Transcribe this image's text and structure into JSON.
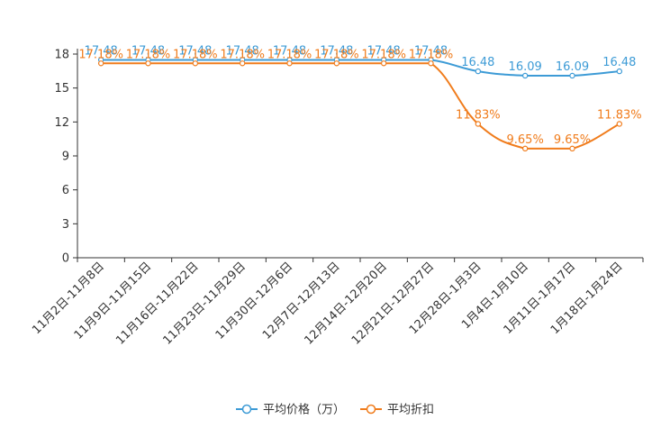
{
  "chart_data": {
    "type": "line",
    "categories": [
      "11月2日-11月8日",
      "11月9日-11月15日",
      "11月16日-11月22日",
      "11月23日-11月29日",
      "11月30日-12月6日",
      "12月7日-12月13日",
      "12月14日-12月20日",
      "12月21日-12月27日",
      "12月28日-1月3日",
      "1月4日-1月10日",
      "1月11日-1月17日",
      "1月18日-1月24日"
    ],
    "series": [
      {
        "name": "平均价格（万）",
        "color": "#3d9bd6",
        "values": [
          17.48,
          17.48,
          17.48,
          17.48,
          17.48,
          17.48,
          17.48,
          17.48,
          16.48,
          16.09,
          16.09,
          16.48
        ],
        "labels": [
          "17.48",
          "17.48",
          "17.48",
          "17.48",
          "17.48",
          "17.48",
          "17.48",
          "17.48",
          "16.48",
          "16.09",
          "16.09",
          "16.48"
        ]
      },
      {
        "name": "平均折扣",
        "color": "#f07c1c",
        "values": [
          17.18,
          17.18,
          17.18,
          17.18,
          17.18,
          17.18,
          17.18,
          17.18,
          11.83,
          9.65,
          9.65,
          11.83
        ],
        "labels": [
          "17.18%",
          "17.18%",
          "17.18%",
          "17.18%",
          "17.18%",
          "17.18%",
          "17.18%",
          "17.18%",
          "11.83%",
          "9.65%",
          "9.65%",
          "11.83%"
        ]
      }
    ],
    "yticks": [
      "0",
      "3",
      "6",
      "9",
      "12",
      "15",
      "18"
    ],
    "ylim": [
      0,
      18
    ],
    "grid": false,
    "legend_position": "bottom-center",
    "title": "",
    "xlabel": "",
    "ylabel": ""
  }
}
